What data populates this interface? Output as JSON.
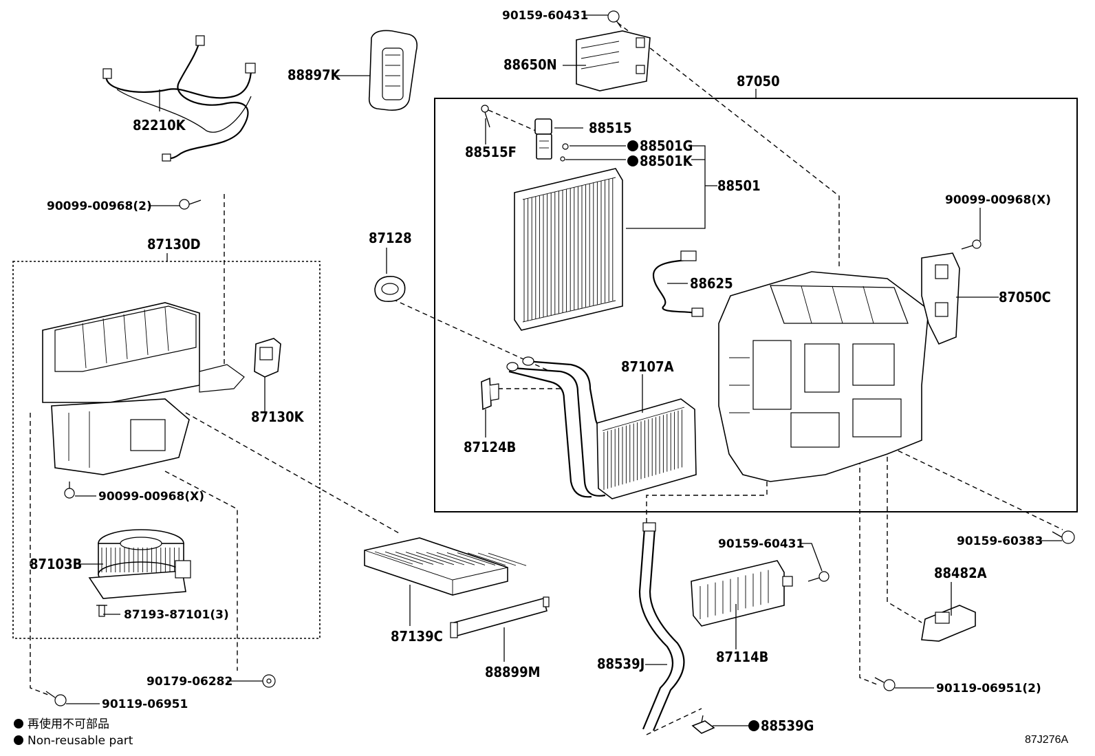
{
  "diagram": {
    "labels": {
      "p90159_60431_top": "90159-60431",
      "p88650N": "88650N",
      "p88897K": "88897K",
      "p82210K": "82210K",
      "p87050": "87050",
      "p88515": "88515",
      "p88515F": "88515F",
      "p88501G": "88501G",
      "p88501K": "88501K",
      "p88501": "88501",
      "p90099_00968_2": "90099-00968(2)",
      "p90099_00968_X_right": "90099-00968(X)",
      "p87130D": "87130D",
      "p87128": "87128",
      "p88625": "88625",
      "p87050C": "87050C",
      "p87107A": "87107A",
      "p87130K": "87130K",
      "p87124B": "87124B",
      "p90099_00968_X_left": "90099-00968(X)",
      "p87103B": "87103B",
      "p87193_87101_3": "87193-87101(3)",
      "p90159_60383": "90159-60383",
      "p90159_60431_mid": "90159-60431",
      "p88482A": "88482A",
      "p87139C": "87139C",
      "p88899M": "88899M",
      "p88539J": "88539J",
      "p87114B": "87114B",
      "p90179_06282": "90179-06282",
      "p90119_06951": "90119-06951",
      "p90119_06951_2": "90119-06951(2)",
      "p88539G": "88539G"
    },
    "legend": {
      "jp": "再使用不可部品",
      "en": "Non-reusable part"
    },
    "illustration_code": "87J276A"
  }
}
